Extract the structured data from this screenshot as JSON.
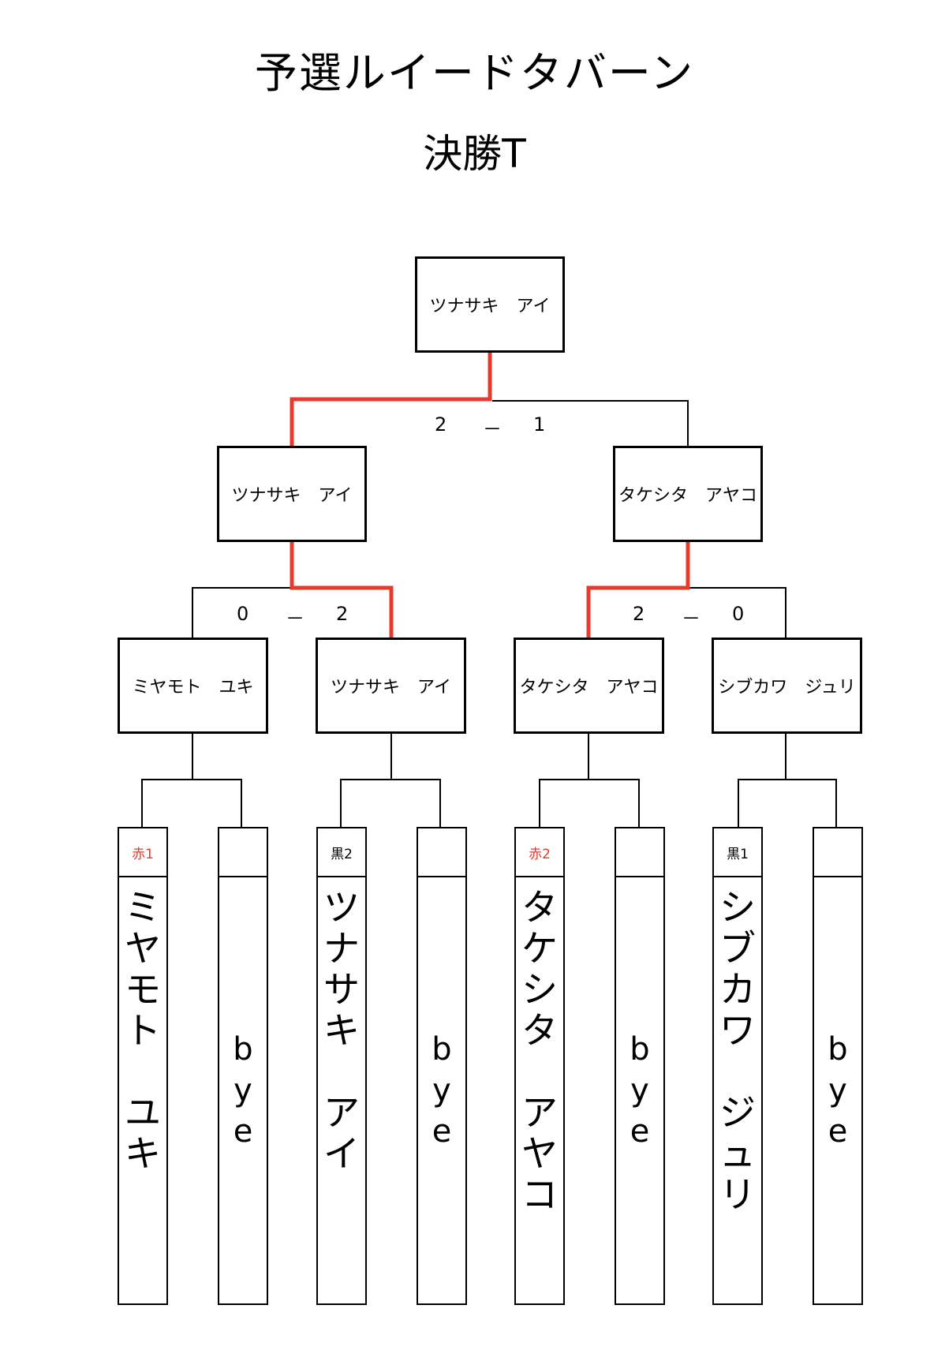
{
  "title": "予選ルイードタバーン",
  "subtitle": "決勝T",
  "colors": {
    "highlight": "#e8392d",
    "seed_red": "#e8392d",
    "seed_black": "#000000",
    "line": "#000000"
  },
  "final": {
    "winner": "ツナサキ　アイ",
    "score_left": "2",
    "score_dash": "－",
    "score_right": "1"
  },
  "semifinals": [
    {
      "name": "ツナサキ　アイ",
      "score_left": "0",
      "score_dash": "－",
      "score_right": "2"
    },
    {
      "name": "タケシタ　アヤコ",
      "score_left": "2",
      "score_dash": "－",
      "score_right": "0"
    }
  ],
  "quarterfinals": [
    "ミヤモト　ユキ",
    "ツナサキ　アイ",
    "タケシタ　アヤコ",
    "シブカワ　ジュリ"
  ],
  "entries": [
    {
      "seed": "赤1",
      "seed_color": "red",
      "name": "ミヤモト　ユキ"
    },
    {
      "seed": "",
      "seed_color": "black",
      "name": "bye"
    },
    {
      "seed": "黒2",
      "seed_color": "black",
      "name": "ツナサキ　アイ"
    },
    {
      "seed": "",
      "seed_color": "black",
      "name": "bye"
    },
    {
      "seed": "赤2",
      "seed_color": "red",
      "name": "タケシタ　アヤコ"
    },
    {
      "seed": "",
      "seed_color": "black",
      "name": "bye"
    },
    {
      "seed": "黒1",
      "seed_color": "black",
      "name": "シブカワ　ジュリ"
    },
    {
      "seed": "",
      "seed_color": "black",
      "name": "bye"
    }
  ]
}
